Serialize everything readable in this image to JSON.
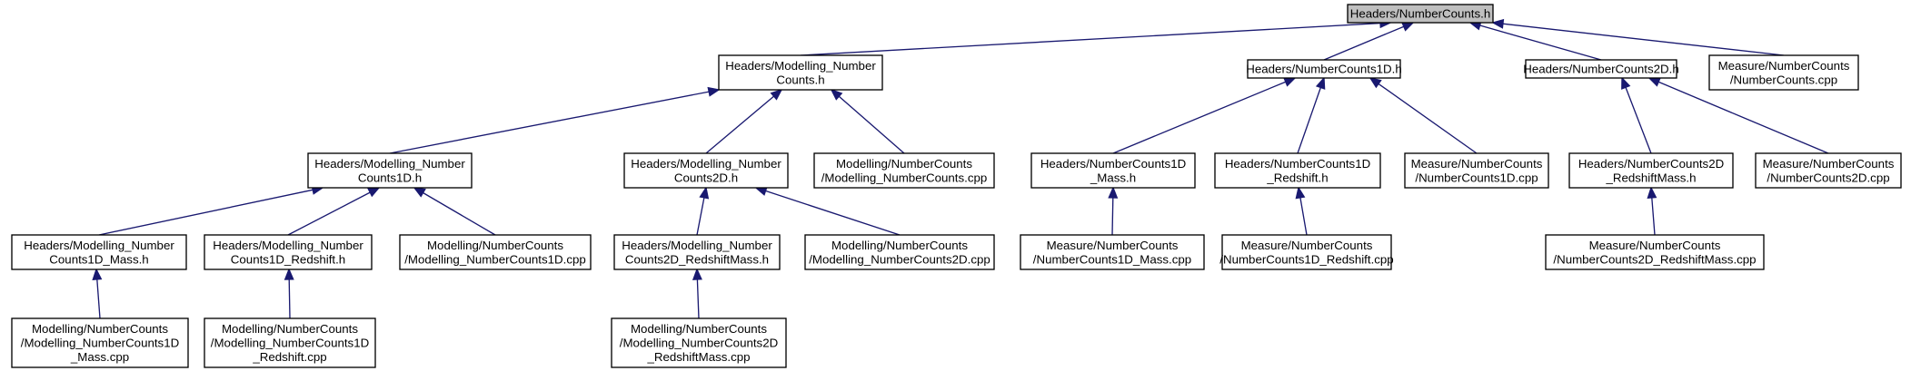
{
  "graph": {
    "root": "Headers/NumberCounts.h",
    "nodes": [
      {
        "id": "root",
        "lines": [
          "Headers/NumberCounts.h"
        ],
        "highlight": true
      },
      {
        "id": "mnc",
        "lines": [
          "Headers/Modelling_Number",
          "Counts.h"
        ]
      },
      {
        "id": "nc1",
        "lines": [
          "Headers/NumberCounts1D.h"
        ]
      },
      {
        "id": "nc2",
        "lines": [
          "Headers/NumberCounts2D.h"
        ]
      },
      {
        "id": "mcpp",
        "lines": [
          "Measure/NumberCounts",
          "/NumberCounts.cpp"
        ]
      },
      {
        "id": "mnc1",
        "lines": [
          "Headers/Modelling_Number",
          "Counts1D.h"
        ]
      },
      {
        "id": "mnc2",
        "lines": [
          "Headers/Modelling_Number",
          "Counts2D.h"
        ]
      },
      {
        "id": "mnccpp",
        "lines": [
          "Modelling/NumberCounts",
          "/Modelling_NumberCounts.cpp"
        ]
      },
      {
        "id": "nc1m",
        "lines": [
          "Headers/NumberCounts1D",
          "_Mass.h"
        ]
      },
      {
        "id": "nc1r",
        "lines": [
          "Headers/NumberCounts1D",
          "_Redshift.h"
        ]
      },
      {
        "id": "nc1cpp",
        "lines": [
          "Measure/NumberCounts",
          "/NumberCounts1D.cpp"
        ]
      },
      {
        "id": "nc2rm",
        "lines": [
          "Headers/NumberCounts2D",
          "_RedshiftMass.h"
        ]
      },
      {
        "id": "nc2cpp",
        "lines": [
          "Measure/NumberCounts",
          "/NumberCounts2D.cpp"
        ]
      },
      {
        "id": "mnc1m",
        "lines": [
          "Headers/Modelling_Number",
          "Counts1D_Mass.h"
        ]
      },
      {
        "id": "mnc1r",
        "lines": [
          "Headers/Modelling_Number",
          "Counts1D_Redshift.h"
        ]
      },
      {
        "id": "mnc1cpp",
        "lines": [
          "Modelling/NumberCounts",
          "/Modelling_NumberCounts1D.cpp"
        ]
      },
      {
        "id": "mnc2rm",
        "lines": [
          "Headers/Modelling_Number",
          "Counts2D_RedshiftMass.h"
        ]
      },
      {
        "id": "mnc2cpp",
        "lines": [
          "Modelling/NumberCounts",
          "/Modelling_NumberCounts2D.cpp"
        ]
      },
      {
        "id": "nc1mcpp",
        "lines": [
          "Measure/NumberCounts",
          "/NumberCounts1D_Mass.cpp"
        ]
      },
      {
        "id": "nc1rcpp",
        "lines": [
          "Measure/NumberCounts",
          "/NumberCounts1D_Redshift.cpp"
        ]
      },
      {
        "id": "nc2rmcpp",
        "lines": [
          "Measure/NumberCounts",
          "/NumberCounts2D_RedshiftMass.cpp"
        ]
      },
      {
        "id": "mnc1mcpp",
        "lines": [
          "Modelling/NumberCounts",
          "/Modelling_NumberCounts1D",
          "_Mass.cpp"
        ]
      },
      {
        "id": "mnc1rcpp",
        "lines": [
          "Modelling/NumberCounts",
          "/Modelling_NumberCounts1D",
          "_Redshift.cpp"
        ]
      },
      {
        "id": "mnc2rmcpp",
        "lines": [
          "Modelling/NumberCounts",
          "/Modelling_NumberCounts2D",
          "_RedshiftMass.cpp"
        ]
      }
    ],
    "edges": [
      {
        "from": "mnc",
        "to": "root"
      },
      {
        "from": "nc1",
        "to": "root"
      },
      {
        "from": "nc2",
        "to": "root"
      },
      {
        "from": "mcpp",
        "to": "root"
      },
      {
        "from": "mnc1",
        "to": "mnc"
      },
      {
        "from": "mnc2",
        "to": "mnc"
      },
      {
        "from": "mnccpp",
        "to": "mnc"
      },
      {
        "from": "nc1m",
        "to": "nc1"
      },
      {
        "from": "nc1r",
        "to": "nc1"
      },
      {
        "from": "nc1cpp",
        "to": "nc1"
      },
      {
        "from": "nc2rm",
        "to": "nc2"
      },
      {
        "from": "nc2cpp",
        "to": "nc2"
      },
      {
        "from": "mnc1m",
        "to": "mnc1"
      },
      {
        "from": "mnc1r",
        "to": "mnc1"
      },
      {
        "from": "mnc1cpp",
        "to": "mnc1"
      },
      {
        "from": "mnc2rm",
        "to": "mnc2"
      },
      {
        "from": "mnc2cpp",
        "to": "mnc2"
      },
      {
        "from": "nc1mcpp",
        "to": "nc1m"
      },
      {
        "from": "nc1rcpp",
        "to": "nc1r"
      },
      {
        "from": "nc2rmcpp",
        "to": "nc2rm"
      },
      {
        "from": "mnc1mcpp",
        "to": "mnc1m"
      },
      {
        "from": "mnc1rcpp",
        "to": "mnc1r"
      },
      {
        "from": "mnc2rmcpp",
        "to": "mnc2rm"
      }
    ],
    "colors": {
      "edge": "#191970",
      "root_fill": "#bfbfbf",
      "node_fill": "#ffffff",
      "border": "#000000"
    }
  }
}
